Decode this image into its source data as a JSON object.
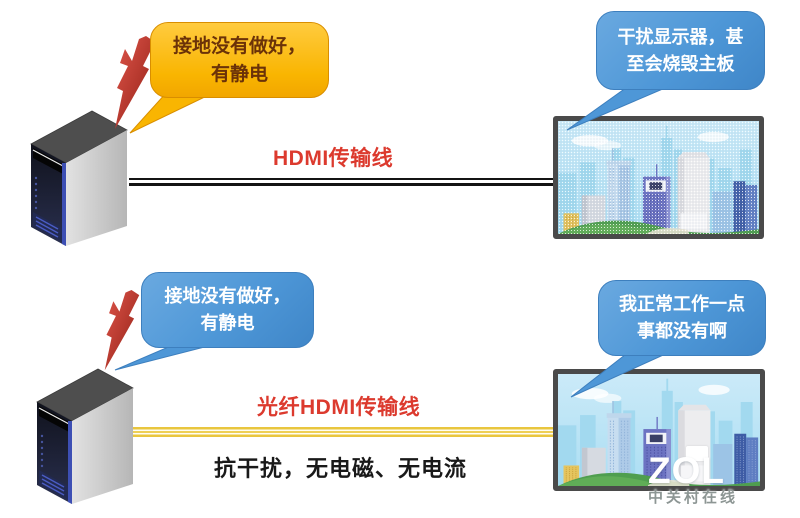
{
  "diagram": {
    "top_scene": {
      "pc_bubble_line1": "接地没有做好，",
      "pc_bubble_line2": "有静电",
      "cable_label": "HDMI传输线",
      "monitor_bubble_line1": "干扰显示器，甚",
      "monitor_bubble_line2": "至会烧毁主板"
    },
    "bottom_scene": {
      "pc_bubble_line1": "接地没有做好，",
      "pc_bubble_line2": "有静电",
      "cable_label": "光纤HDMI传输线",
      "cable_note": "抗干扰，无电磁、无电流",
      "monitor_bubble_line1": "我正常工作一点",
      "monitor_bubble_line2": "事都没有啊"
    },
    "watermark": {
      "logo": "ZOL",
      "subtitle": "中关村在线"
    },
    "colors": {
      "bubble_yellow": "#F9B501",
      "bubble_blue": "#4E97D7",
      "bubble_yellow_text": "#6B3208",
      "label_red": "#DC3A2E",
      "note_black": "#191919",
      "cable_black": "#141414",
      "cable_yellow": "#E9C63E",
      "lightning_red": "#B22A1D",
      "monitor_frame": "#4A4A4A"
    }
  }
}
